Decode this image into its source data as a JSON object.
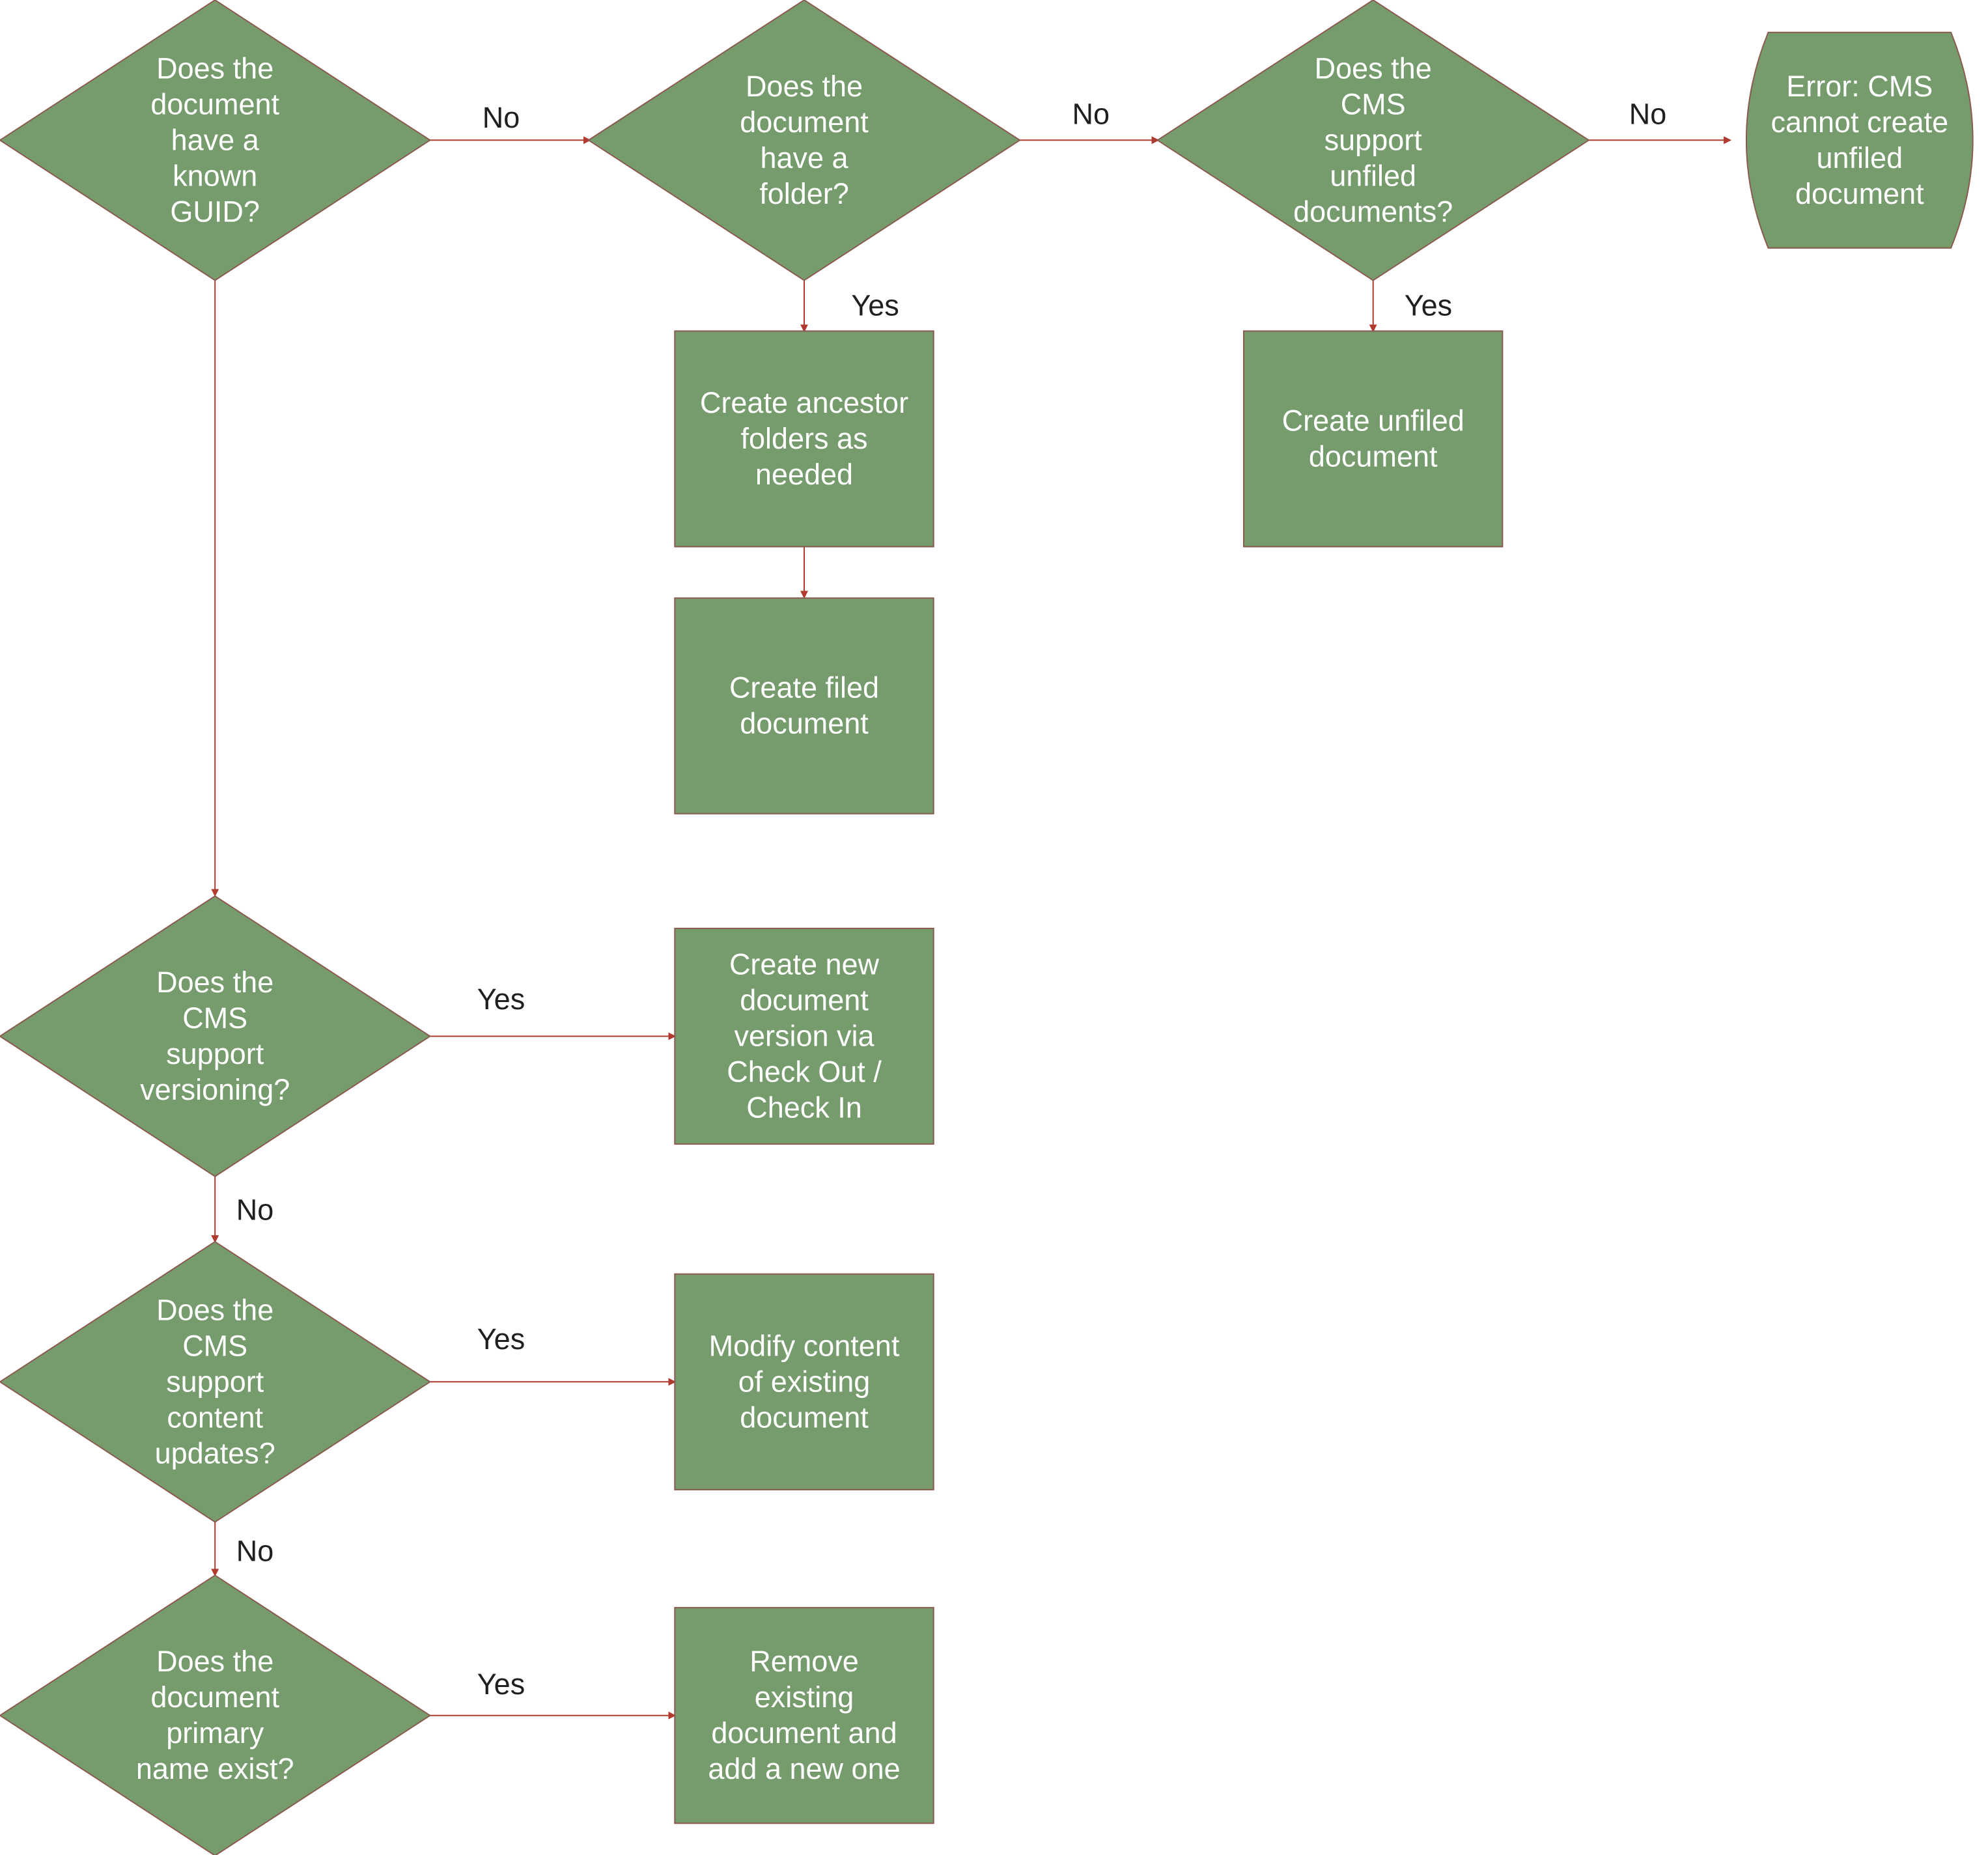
{
  "nodes": {
    "d_guid": {
      "shape": "diamond",
      "lines": [
        "Does the",
        "document",
        "have a",
        "known",
        "GUID?"
      ]
    },
    "d_folder": {
      "shape": "diamond",
      "lines": [
        "Does the",
        "document",
        "have a",
        "folder?"
      ]
    },
    "d_unfiled": {
      "shape": "diamond",
      "lines": [
        "Does the",
        "CMS",
        "support",
        "unfiled",
        "documents?"
      ]
    },
    "t_error": {
      "shape": "terminator",
      "lines": [
        "Error: CMS",
        "cannot create",
        "unfiled",
        "document"
      ]
    },
    "p_ancestor": {
      "shape": "process",
      "lines": [
        "Create ancestor",
        "folders as",
        "needed"
      ]
    },
    "p_unfiled": {
      "shape": "process",
      "lines": [
        "Create unfiled",
        "document"
      ]
    },
    "p_filed": {
      "shape": "process",
      "lines": [
        "Create filed",
        "document"
      ]
    },
    "d_versioning": {
      "shape": "diamond",
      "lines": [
        "Does the",
        "CMS",
        "support",
        "versioning?"
      ]
    },
    "p_version": {
      "shape": "process",
      "lines": [
        "Create new",
        "document",
        "version via",
        "Check Out /",
        "Check In"
      ]
    },
    "d_content": {
      "shape": "diamond",
      "lines": [
        "Does the",
        "CMS",
        "support",
        "content",
        "updates?"
      ]
    },
    "p_modify": {
      "shape": "process",
      "lines": [
        "Modify content",
        "of existing",
        "document"
      ]
    },
    "d_primary": {
      "shape": "diamond",
      "lines": [
        "Does the",
        "document",
        "primary",
        "name exist?"
      ]
    },
    "p_remove": {
      "shape": "process",
      "lines": [
        "Remove",
        "existing",
        "document and",
        "add a new one"
      ]
    }
  },
  "edges": [
    {
      "from": "d_guid",
      "to": "d_folder",
      "label": "No"
    },
    {
      "from": "d_folder",
      "to": "d_unfiled",
      "label": "No"
    },
    {
      "from": "d_unfiled",
      "to": "t_error",
      "label": "No"
    },
    {
      "from": "d_folder",
      "to": "p_ancestor",
      "label": "Yes"
    },
    {
      "from": "d_unfiled",
      "to": "p_unfiled",
      "label": "Yes"
    },
    {
      "from": "p_ancestor",
      "to": "p_filed",
      "label": ""
    },
    {
      "from": "d_guid",
      "to": "d_versioning",
      "label": ""
    },
    {
      "from": "d_versioning",
      "to": "p_version",
      "label": "Yes"
    },
    {
      "from": "d_versioning",
      "to": "d_content",
      "label": "No"
    },
    {
      "from": "d_content",
      "to": "p_modify",
      "label": "Yes"
    },
    {
      "from": "d_content",
      "to": "d_primary",
      "label": "No"
    },
    {
      "from": "d_primary",
      "to": "p_remove",
      "label": "Yes"
    }
  ],
  "colors": {
    "node_fill": "#769c6d",
    "node_stroke": "#8a5a4f",
    "edge": "#b03a2e",
    "node_text": "#ffffff",
    "label_text": "#1f1f1f"
  }
}
